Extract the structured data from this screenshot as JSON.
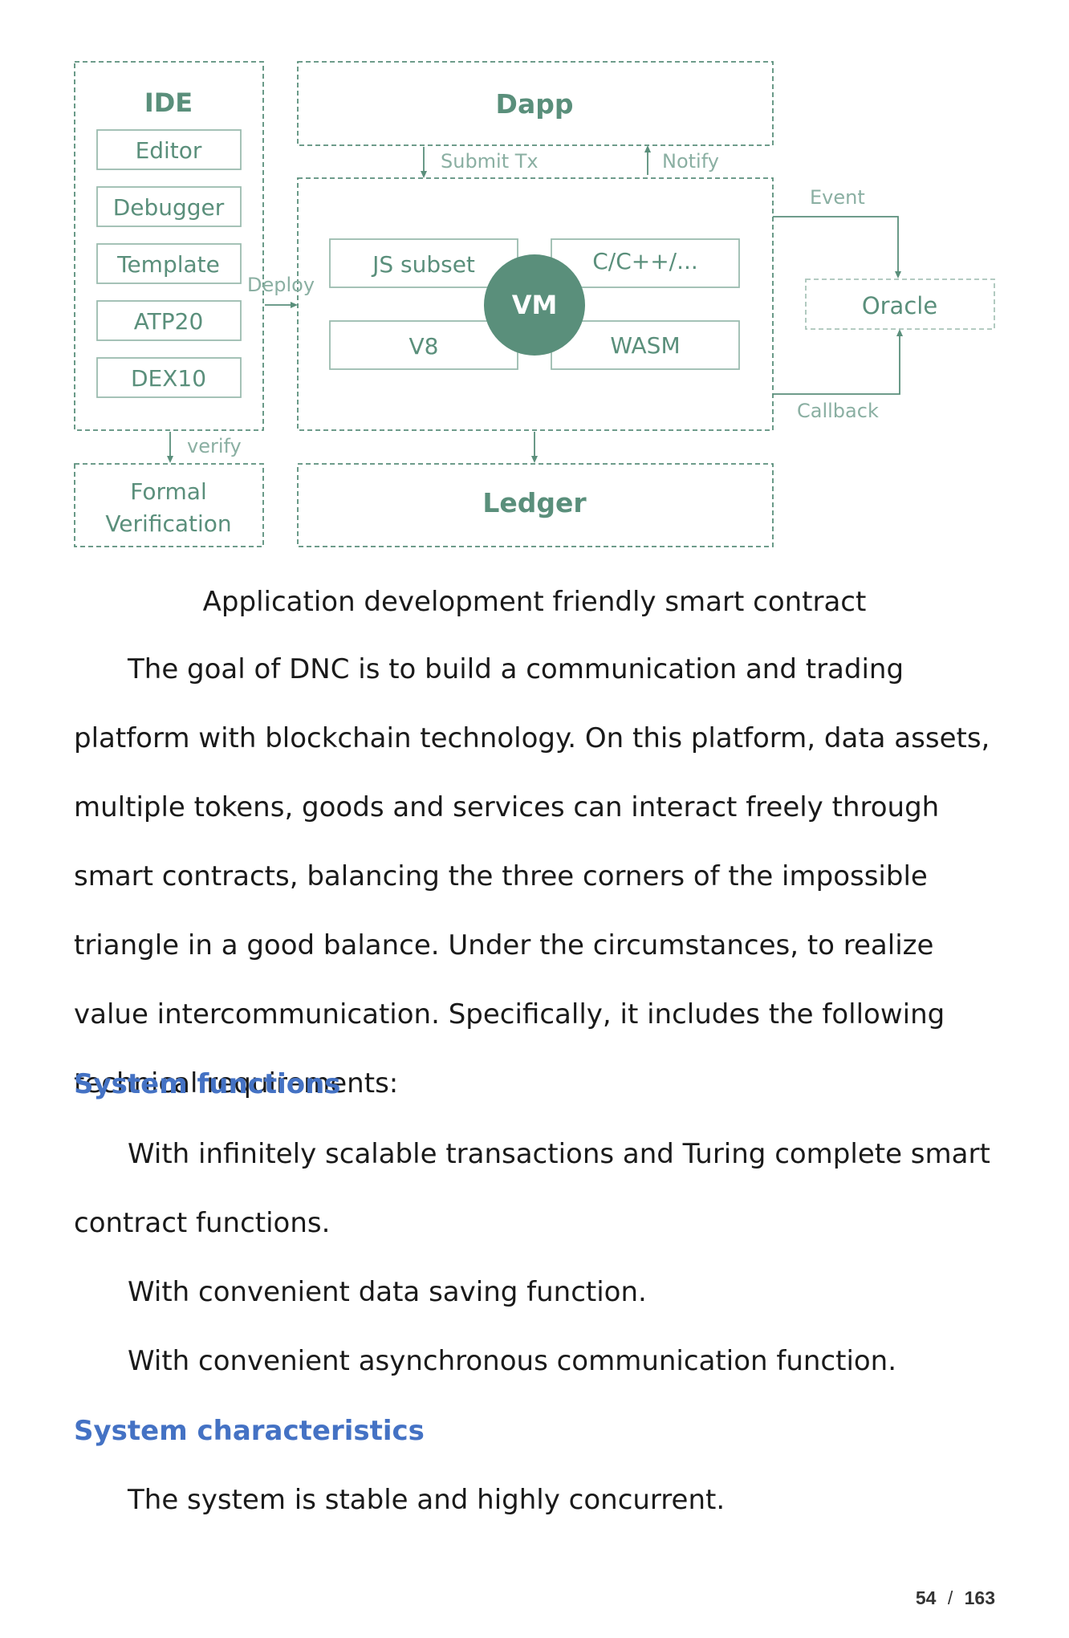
{
  "diagram": {
    "ide": {
      "title": "IDE",
      "items": [
        "Editor",
        "Debugger",
        "Template",
        "ATP20",
        "DEX10"
      ]
    },
    "dapp": "Dapp",
    "submit_tx": "Submit Tx",
    "notify": "Notify",
    "deploy": "Deploy",
    "vm": {
      "center": "VM",
      "js_subset": "JS subset",
      "c_cpp": "C/C++/...",
      "v8": "V8",
      "wasm": "WASM"
    },
    "event": "Event",
    "oracle": "Oracle",
    "callback": "Callback",
    "verify": "verify",
    "formal_verification": [
      "Formal",
      "Verification"
    ],
    "ledger": "Ledger",
    "colors": {
      "accent": "#5a8f7b",
      "vm_fill": "#5a8f7b",
      "oracle_border": "#a9c4b9"
    }
  },
  "caption": "Application development friendly smart contract",
  "intro_paragraph": "The goal of DNC is to build a communication and trading platform with blockchain technology. On this platform, data assets, multiple tokens, goods and services can interact freely through smart contracts, balancing the three corners of the impossible triangle in a good balance. Under the circumstances, to realize value intercommunication. Specifically, it includes the following technical requirements:",
  "sections": [
    {
      "heading": "System functions",
      "paragraphs": [
        "With infinitely scalable transactions and Turing complete smart contract functions.",
        "With convenient data saving function.",
        "With convenient asynchronous communication function."
      ]
    },
    {
      "heading": "System characteristics",
      "paragraphs": [
        "The system is stable and highly concurrent."
      ]
    }
  ],
  "page": {
    "current": "54",
    "separator": "/",
    "total": "163"
  },
  "heading_color": "#4472c4"
}
